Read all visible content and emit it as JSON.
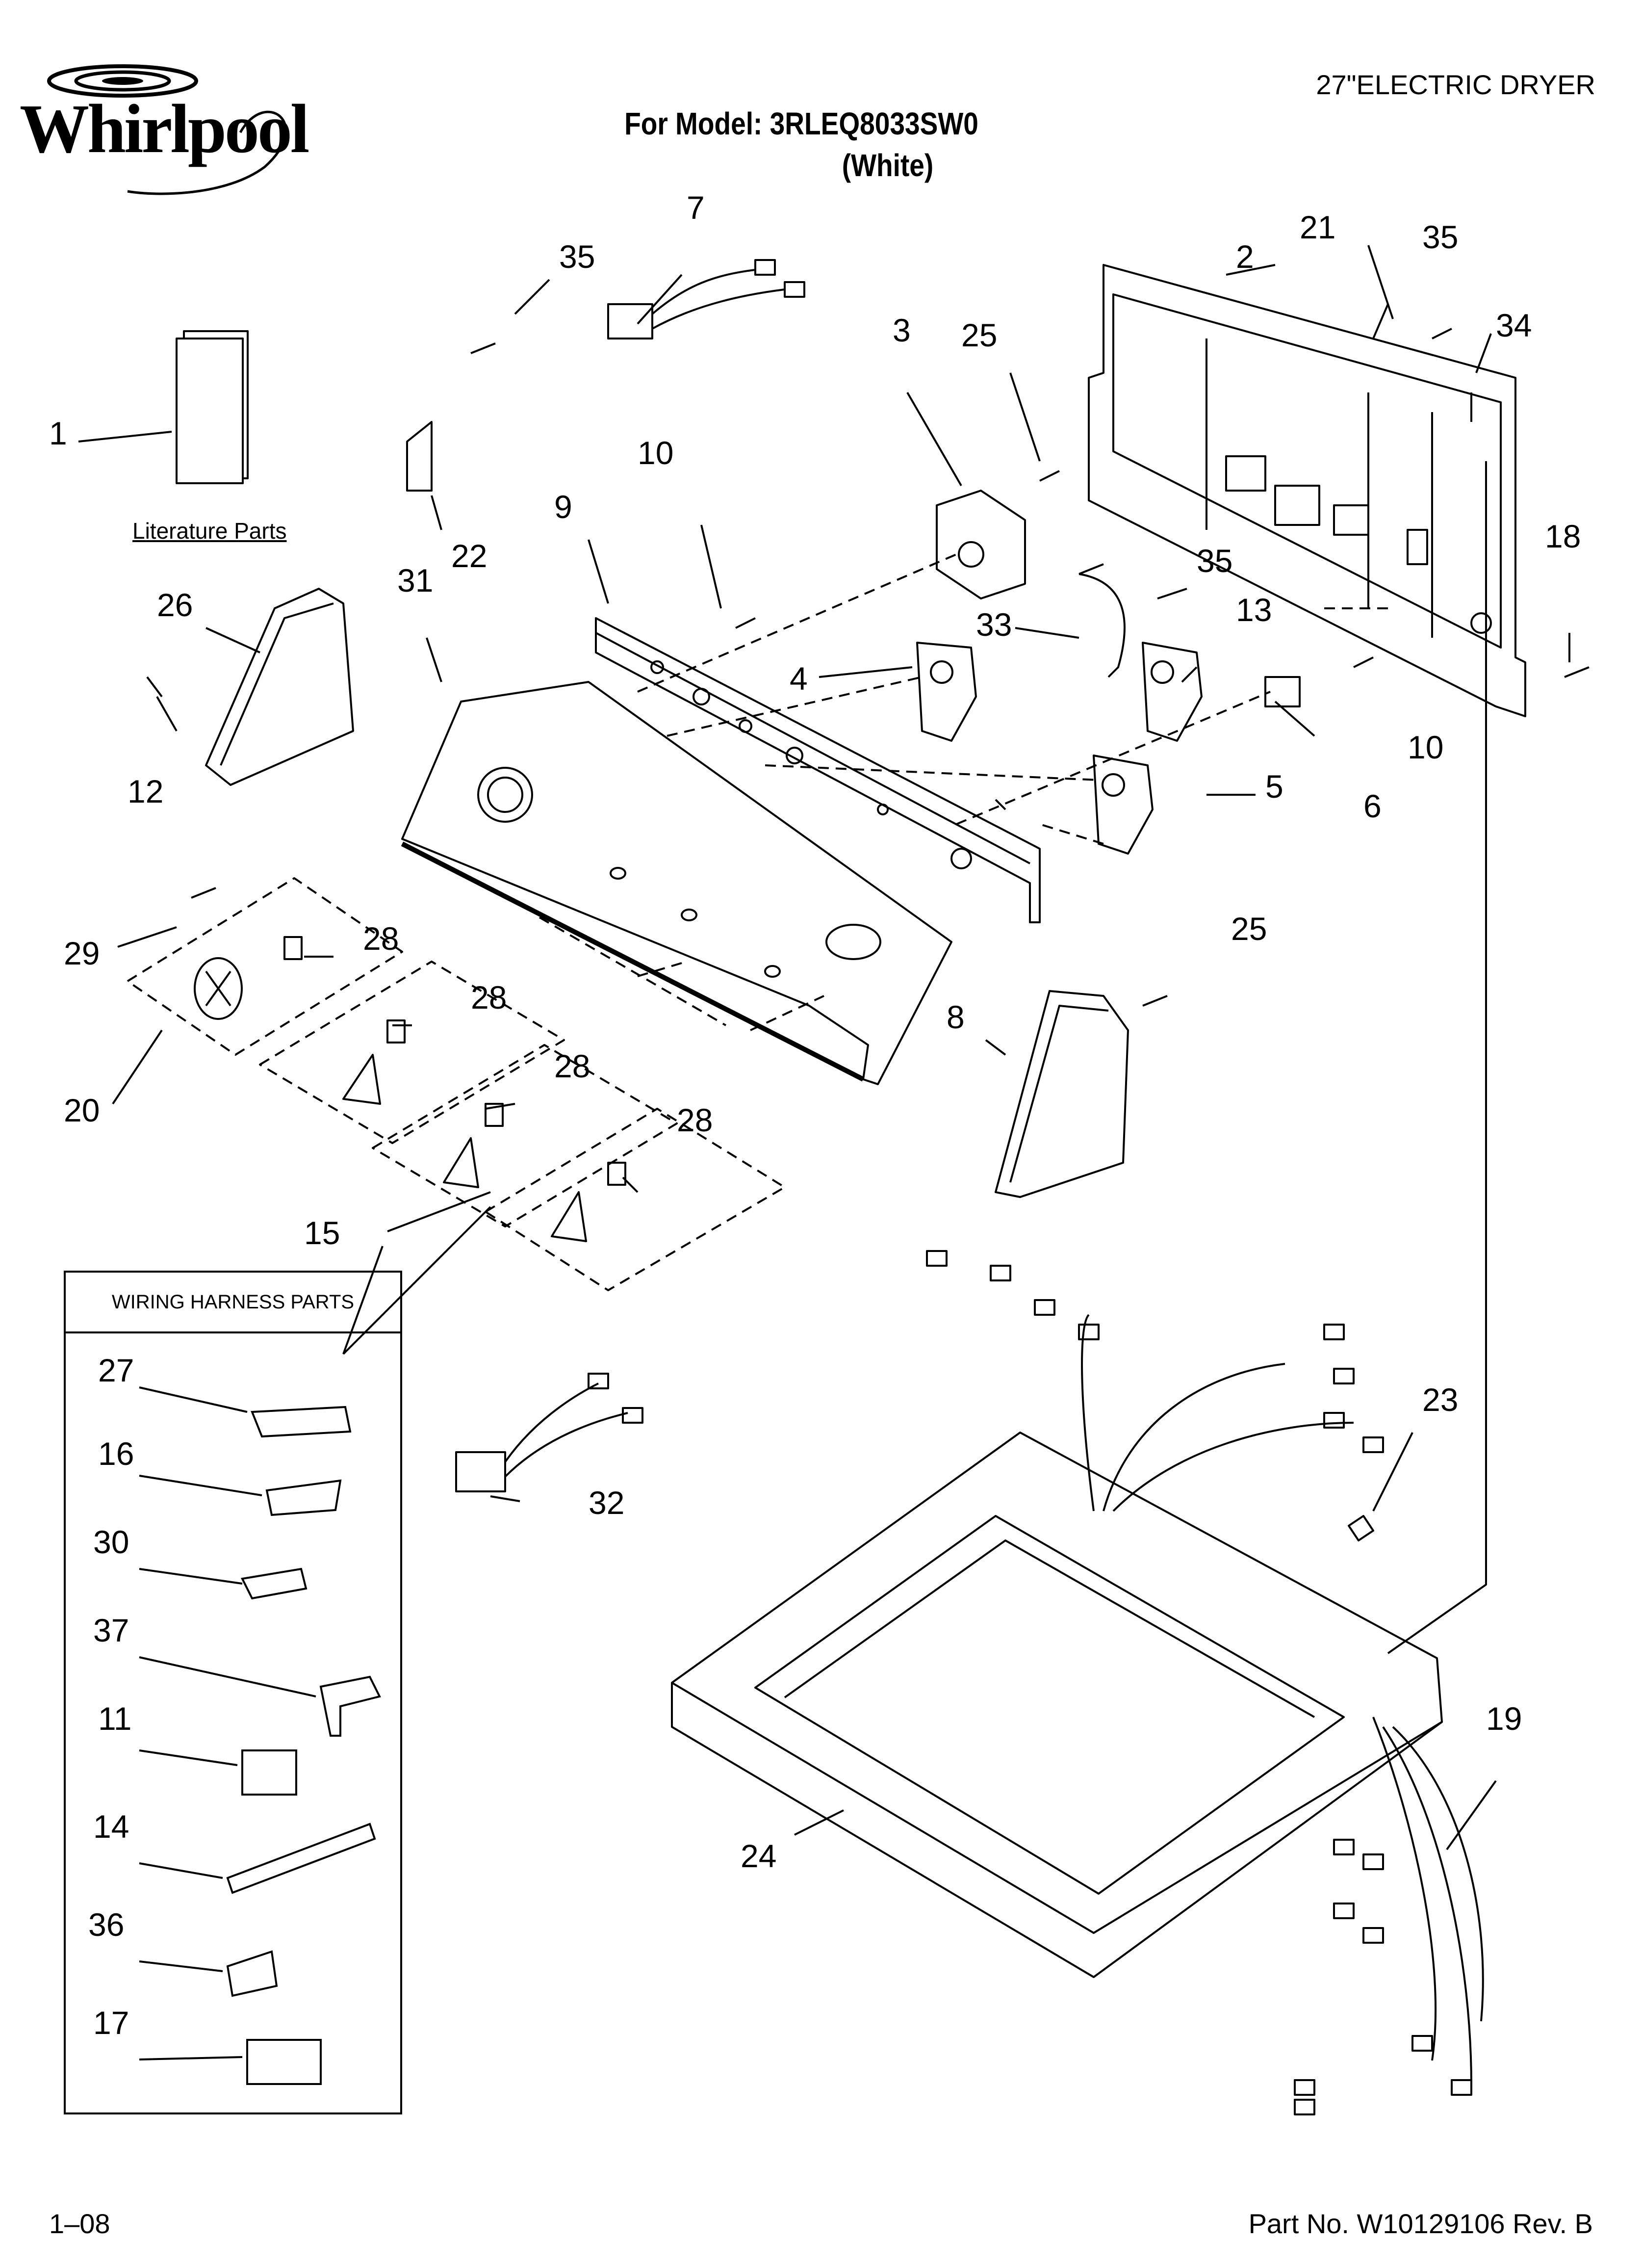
{
  "brand": "Whirlpool",
  "product": "27\"ELECTRIC DRYER",
  "model_line": "For Model: 3RLEQ8033SW0",
  "color_line": "(White)",
  "literature_label": "Literature Parts",
  "harness_box_title": "WIRING HARNESS PARTS",
  "footer": {
    "date": "1–08",
    "part_no": "Part No. W10129106 Rev. B"
  },
  "callouts": {
    "c1": "1",
    "c2": "2",
    "c3": "3",
    "c4": "4",
    "c5": "5",
    "c6": "6",
    "c7": "7",
    "c8": "8",
    "c9": "9",
    "c10a": "10",
    "c10b": "10",
    "c12": "12",
    "c13": "13",
    "c15": "15",
    "c18": "18",
    "c19": "19",
    "c20": "20",
    "c21": "21",
    "c22": "22",
    "c23": "23",
    "c24": "24",
    "c25a": "25",
    "c25b": "25",
    "c26": "26",
    "c28a": "28",
    "c28b": "28",
    "c28c": "28",
    "c28d": "28",
    "c29": "29",
    "c31": "31",
    "c32": "32",
    "c33": "33",
    "c34": "34",
    "c35a": "35",
    "c35b": "35",
    "c35c": "35",
    "h27": "27",
    "h16": "16",
    "h30": "30",
    "h37": "37",
    "h11": "11",
    "h14": "14",
    "h36": "36",
    "h17": "17"
  }
}
